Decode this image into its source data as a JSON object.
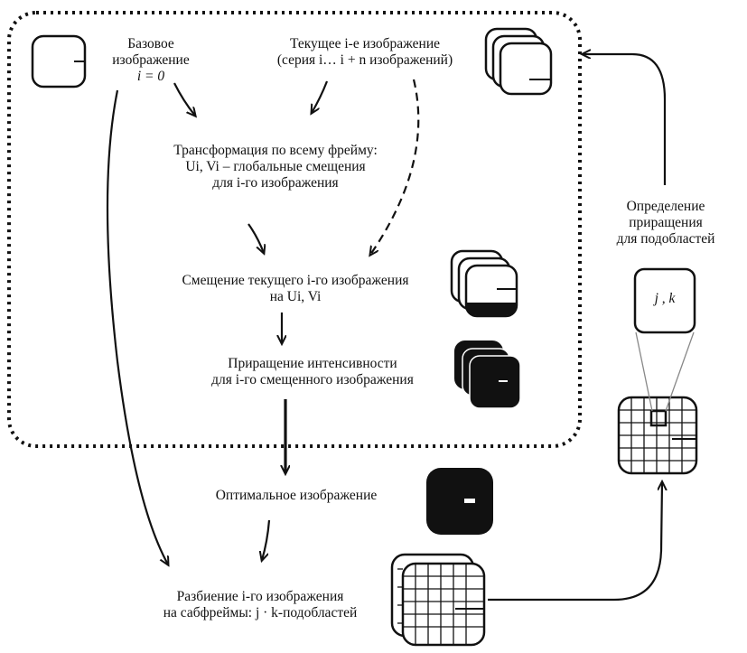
{
  "base_image": {
    "line1": "Базовое",
    "line2": "изображение",
    "line3": "i = 0"
  },
  "current_image": {
    "line1": "Текущее i-е изображение",
    "line2": "(серия i… i + n изображений)"
  },
  "transform": {
    "line1": "Трансформация по всему фрейму:",
    "line2": "Ui, Vi – глобальные смещения",
    "line3": "для i-го изображения"
  },
  "shift": {
    "line1": "Смещение текущего i-го изображения",
    "line2": "на Ui, Vi"
  },
  "intensity": {
    "line1": "Приращение интенсивности",
    "line2": "для i-го смещенного изображения"
  },
  "optimal": {
    "line1": "Оптимальное изображение"
  },
  "partition": {
    "line1": "Разбиение i-го изображения",
    "line2": "на сабфреймы: j · k-подобластей"
  },
  "increment": {
    "line1": "Определение",
    "line2": "приращения",
    "line3": "для подобластей"
  },
  "subregion_label": "j , k"
}
